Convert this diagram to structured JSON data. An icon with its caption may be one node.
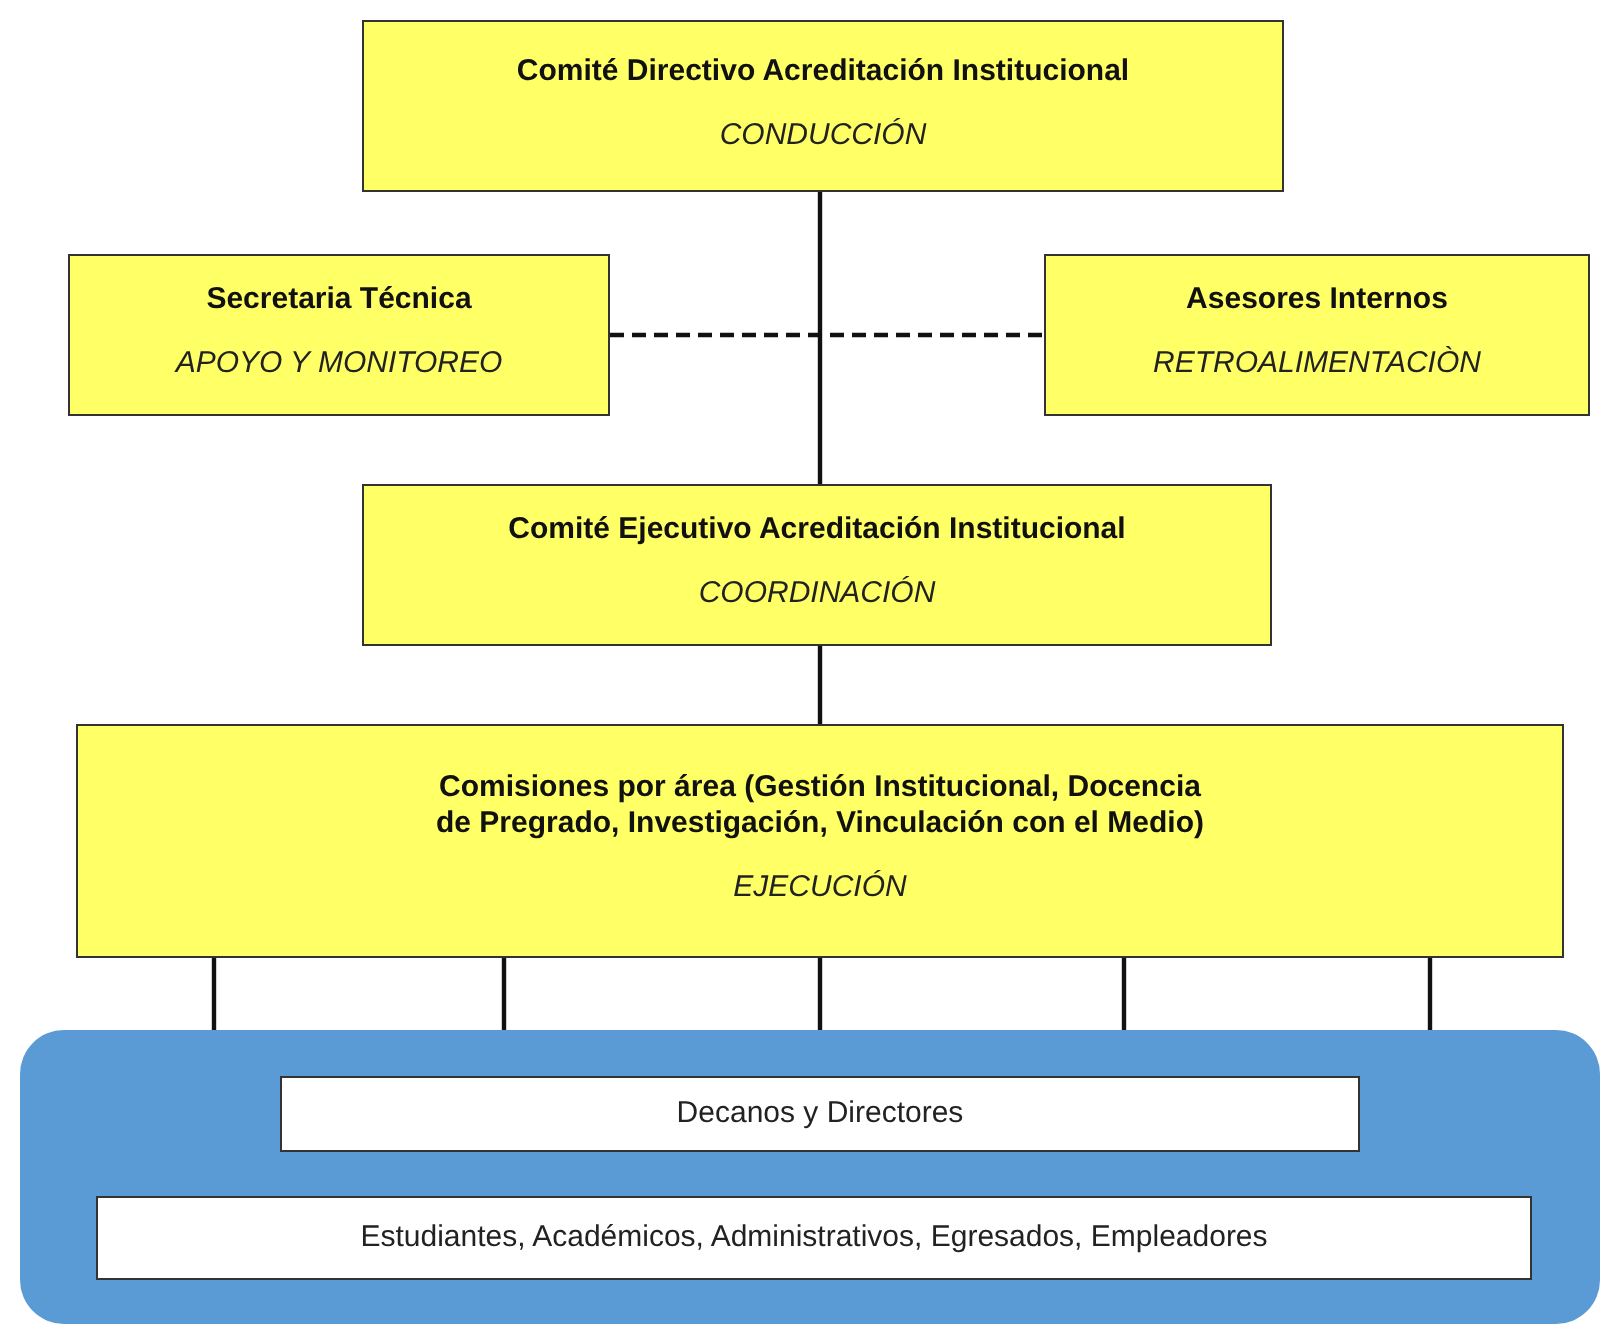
{
  "diagram": {
    "nodes": [
      {
        "text": [
          "Comité Directivo Acreditación Institucional",
          "CONDUCCIÓN"
        ]
      },
      {
        "text": [
          "Secretaria Técnica",
          "APOYO Y MONITOREO"
        ]
      },
      {
        "text": [
          "Asesores Internos",
          "RETROALIMENTACIÒN"
        ]
      },
      {
        "text": [
          "Comité Ejecutivo Acreditación Institucional",
          "COORDINACIÓN"
        ]
      },
      {
        "text": [
          "Comisiones por área (Gestión Institucional, Docencia de Pregrado, Investigación, Vinculación con el Medio)",
          "EJECUCIÓN"
        ]
      },
      {
        "text": [],
        "shape": "box"
      },
      {
        "text": [
          "Decanos y Directores"
        ],
        "in": 5
      },
      {
        "text": [
          "Estudiantes, Académicos, Administrativos, Egresados, Empleadores"
        ],
        "in": 5
      }
    ],
    "edges": [
      {
        "from": 0,
        "to": 3,
        "arrow": "none"
      },
      {
        "from": 1,
        "to": 2,
        "arrow": "none",
        "style": "dashed"
      },
      {
        "from": 3,
        "to": 4,
        "arrow": "none"
      },
      {
        "from": 4,
        "to": 5,
        "arrow": "none"
      },
      {
        "from": 4,
        "to": 5,
        "arrow": "none"
      },
      {
        "from": 4,
        "to": 5,
        "arrow": "none"
      },
      {
        "from": 4,
        "to": 5,
        "arrow": "none"
      },
      {
        "from": 4,
        "to": 5,
        "arrow": "none"
      }
    ]
  }
}
